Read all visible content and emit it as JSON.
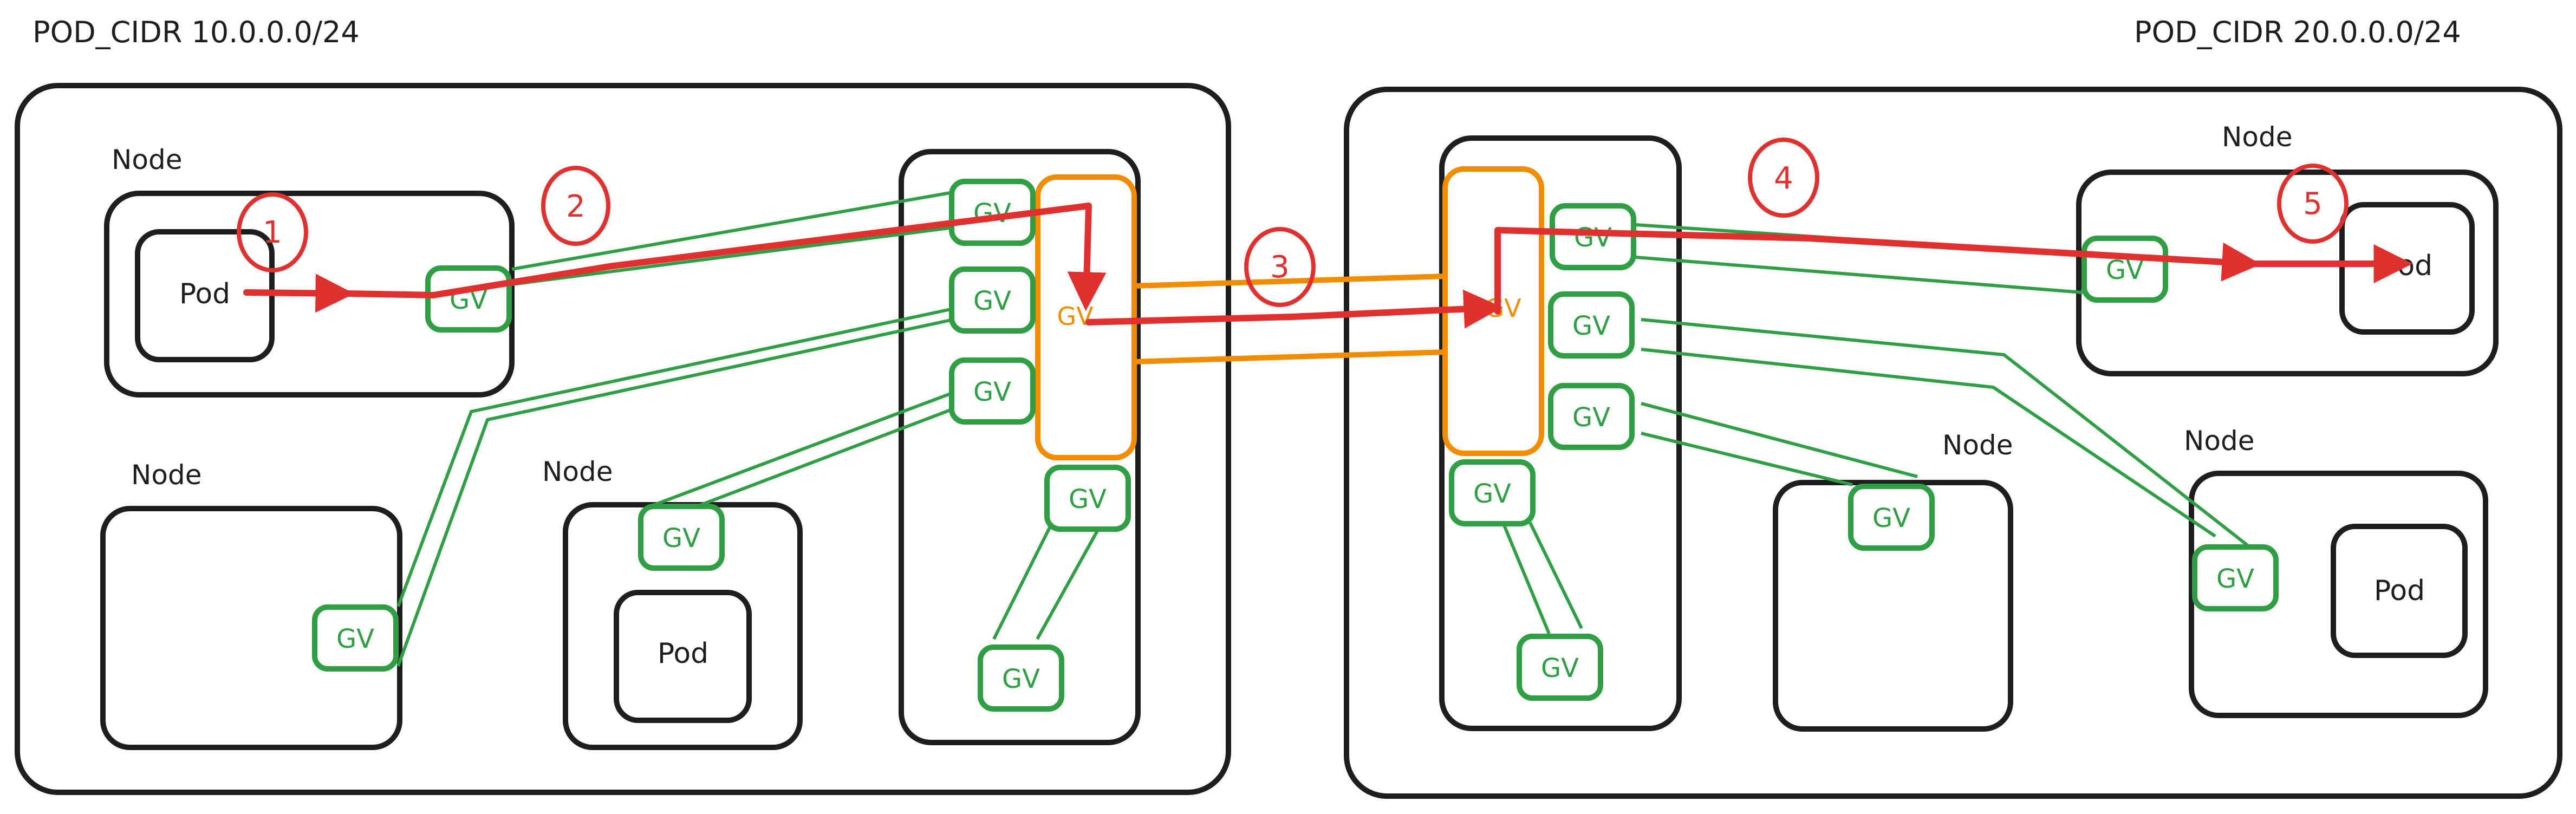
{
  "cidrs": {
    "left": "POD_CIDR 10.0.0.0/24",
    "right": "POD_CIDR 20.0.0.0/24"
  },
  "node_labels": {
    "l1": "Node",
    "l2": "Node",
    "l3": "Node",
    "r1": "Node",
    "r2": "Node",
    "r3": "Node"
  },
  "pod_labels": {
    "l1": "Pod",
    "l3": "Pod",
    "r1": "Pod",
    "r3": "Pod"
  },
  "gv_label": "GV",
  "steps": [
    "1",
    "2",
    "3",
    "4",
    "5"
  ],
  "colors": {
    "outline": "#1e1e1e",
    "gv": "#2f9e44",
    "gateway": "#f08c00",
    "path": "#e03131"
  }
}
